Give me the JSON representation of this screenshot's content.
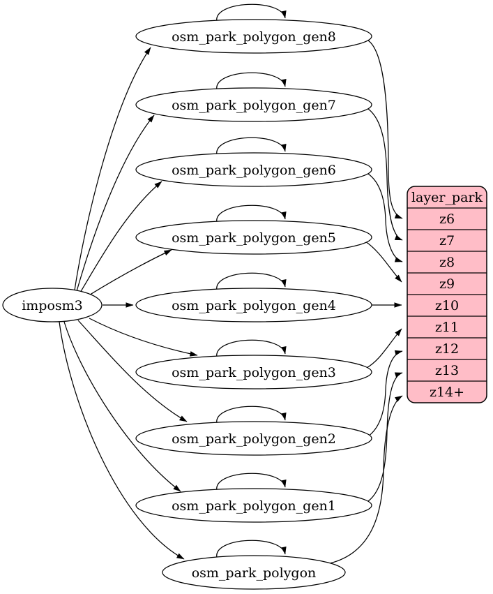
{
  "graph": {
    "source_label": "imposm3",
    "generalized_tables": [
      {
        "label": "osm_park_polygon_gen8",
        "maps_to_row": "z6"
      },
      {
        "label": "osm_park_polygon_gen7",
        "maps_to_row": "z7"
      },
      {
        "label": "osm_park_polygon_gen6",
        "maps_to_row": "z8"
      },
      {
        "label": "osm_park_polygon_gen5",
        "maps_to_row": "z9"
      },
      {
        "label": "osm_park_polygon_gen4",
        "maps_to_row": "z10"
      },
      {
        "label": "osm_park_polygon_gen3",
        "maps_to_row": "z11"
      },
      {
        "label": "osm_park_polygon_gen2",
        "maps_to_row": "z12"
      },
      {
        "label": "osm_park_polygon_gen1",
        "maps_to_row": "z13"
      },
      {
        "label": "osm_park_polygon",
        "maps_to_row": "z14+"
      }
    ],
    "layer_table": {
      "header": "layer_park",
      "rows": [
        "z6",
        "z7",
        "z8",
        "z9",
        "z10",
        "z11",
        "z12",
        "z13",
        "z14+"
      ]
    },
    "edges": {
      "from_source_to": [
        "osm_park_polygon_gen8",
        "osm_park_polygon_gen7",
        "osm_park_polygon_gen6",
        "osm_park_polygon_gen5",
        "osm_park_polygon_gen4",
        "osm_park_polygon_gen3",
        "osm_park_polygon_gen2",
        "osm_park_polygon_gen1",
        "osm_park_polygon"
      ],
      "self_loops_on": [
        "osm_park_polygon_gen8",
        "osm_park_polygon_gen7",
        "osm_park_polygon_gen6",
        "osm_park_polygon_gen5",
        "osm_park_polygon_gen4",
        "osm_park_polygon_gen3",
        "osm_park_polygon_gen2",
        "osm_park_polygon_gen1",
        "osm_park_polygon"
      ],
      "table_to_layer_row": [
        {
          "from": "osm_park_polygon_gen8",
          "row": "z6"
        },
        {
          "from": "osm_park_polygon_gen7",
          "row": "z7"
        },
        {
          "from": "osm_park_polygon_gen6",
          "row": "z8"
        },
        {
          "from": "osm_park_polygon_gen5",
          "row": "z9"
        },
        {
          "from": "osm_park_polygon_gen4",
          "row": "z10"
        },
        {
          "from": "osm_park_polygon_gen3",
          "row": "z11"
        },
        {
          "from": "osm_park_polygon_gen2",
          "row": "z12"
        },
        {
          "from": "osm_park_polygon_gen1",
          "row": "z13"
        },
        {
          "from": "osm_park_polygon",
          "row": "z14+"
        }
      ]
    },
    "colors": {
      "layer_fill": "#ffbdc7",
      "node_fill": "#ffffff",
      "stroke": "#000000"
    }
  }
}
